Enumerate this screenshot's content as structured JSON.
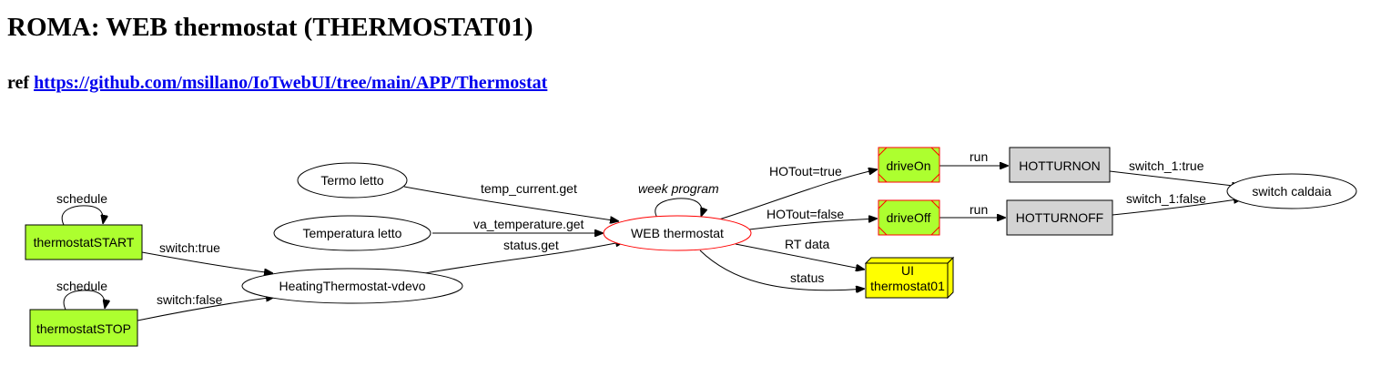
{
  "title": "ROMA: WEB thermostat (THERMOSTAT01)",
  "ref": {
    "prefix": "ref",
    "url": "https://github.com/msillano/IoTwebUI/tree/main/APP/Thermostat"
  },
  "colors": {
    "green_node": "#adff2f",
    "gray_node": "#d3d3d3",
    "yellow_node": "#ffff00",
    "red_outline": "#ff0000",
    "link": "#0000ee"
  },
  "diagram": {
    "nodes": {
      "thermostat_start": "thermostatSTART",
      "thermostat_stop": "thermostatSTOP",
      "heating_thermostat": "HeatingThermostat-vdevo",
      "termo_letto": "Termo letto",
      "temperatura_letto": "Temperatura letto",
      "web_thermostat": "WEB thermostat",
      "drive_on": "driveOn",
      "drive_off": "driveOff",
      "hotturnon": "HOTTURNON",
      "hotturnoff": "HOTTURNOFF",
      "switch_caldaia": "switch caldaia",
      "ui_line1": "UI",
      "ui_line2": "thermostat01"
    },
    "edges": {
      "schedule_start": "schedule",
      "schedule_stop": "schedule",
      "switch_true": "switch:true",
      "switch_false": "switch:false",
      "temp_current_get": "temp_current.get",
      "va_temperature_get": "va_temperature.get",
      "status_get": "status.get",
      "week_program": "week program",
      "hotout_true": "HOTout=true",
      "hotout_false": "HOTout=false",
      "rt_data": "RT data",
      "status": "status",
      "run_on": "run",
      "run_off": "run",
      "switch1_true": "switch_1:true",
      "switch1_false": "switch_1:false"
    }
  }
}
